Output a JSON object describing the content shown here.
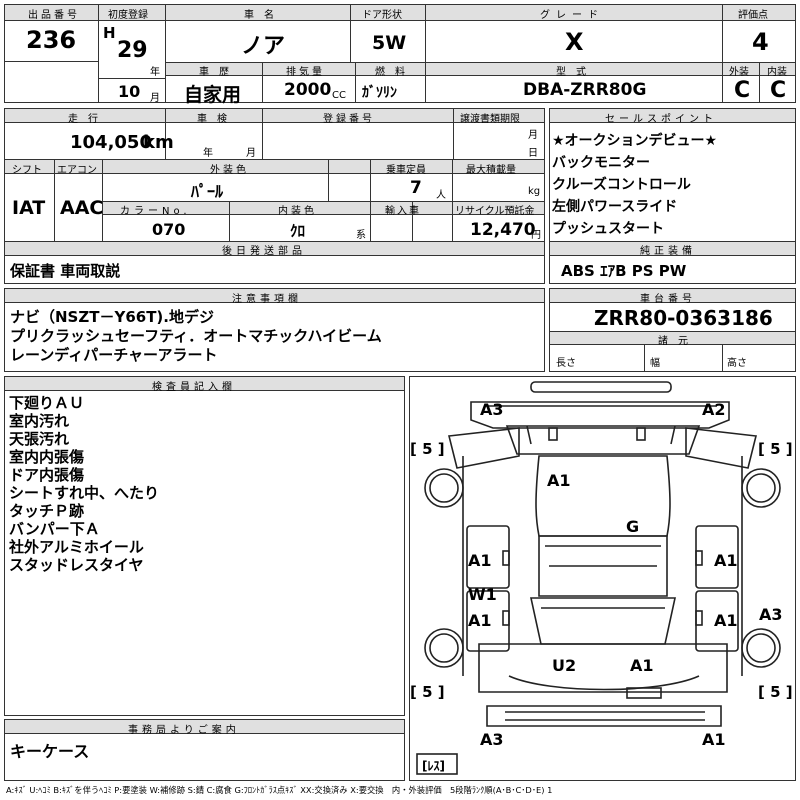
{
  "header": {
    "lot_label": "出品番号",
    "lot": "236",
    "first_reg_label": "初度登録",
    "era": "H",
    "year": "29",
    "year_unit": "年",
    "month": "10",
    "month_unit": "月",
    "name_label": "車　名",
    "name": "ノア",
    "door_label": "ドア形状",
    "door": "5W",
    "grade_label": "グレード",
    "grade": "X",
    "score_label": "評価点",
    "score": "4",
    "history_label": "車　歴",
    "history": "自家用",
    "cc_label": "排気量",
    "cc": "2000",
    "cc_unit": "CC",
    "fuel_label": "燃　料",
    "fuel": "ｶﾞｿﾘﾝ",
    "model_label": "型　式",
    "model": "DBA-ZRR80G",
    "ext_label": "外装",
    "ext": "C",
    "int_label": "内装",
    "int": "C"
  },
  "row2": {
    "mileage_label": "走　行",
    "mileage": "104,050",
    "km": "km",
    "inspection_label": "車　検",
    "nen": "年",
    "tsuki": "月",
    "plate_label": "登録番号",
    "transfer_label": "譲渡書類期限",
    "t_tsuki": "月",
    "t_hi": "日",
    "shift_label": "シフト",
    "shift": "IAT",
    "ac_label": "エアコン",
    "ac": "AAC",
    "color_label": "外装色",
    "color": "ﾊﾟｰﾙ",
    "cap_label": "乗車定員",
    "cap": "7",
    "cap_unit": "人",
    "load_label": "最大積載量",
    "load_unit": "kg",
    "colorno_label": "カラーNo.",
    "colorno": "070",
    "intcolor_label": "内装色",
    "intcolor": "ｸﾛ",
    "intcolor_unit": "系",
    "import_label": "輸入車",
    "recycle_label": "リサイクル預託金",
    "recycle": "12,470",
    "yen": "円",
    "later_label": "後日発送部品",
    "later": "保証書 車両取説"
  },
  "sales": {
    "label": "セールスポイント",
    "items": [
      "★オークションデビュー★",
      "バックモニター",
      "クルーズコントロール",
      "左側パワースライド",
      "プッシュスタート"
    ]
  },
  "equip": {
    "label": "純正装備",
    "value": "ABS ｴｱB PS PW"
  },
  "notes": {
    "label": "注意事項欄",
    "lines": [
      "ナビ（NSZT－Y66T).地デジ",
      "プリクラッシュセーフティ．オートマチックハイビーム",
      "レーンディパーチャーアラート"
    ]
  },
  "chassis": {
    "label": "車台番号",
    "value": "ZRR80-0363186",
    "specs_label": "諸　元",
    "length": "長さ",
    "width": "幅",
    "height": "高さ"
  },
  "inspector": {
    "label": "検査員記入欄",
    "lines": [
      "下廻りＡＵ",
      "室内汚れ",
      "天張汚れ",
      "室内内張傷",
      "ドア内張傷",
      "シートすれ中、へたり",
      "タッチＰ跡",
      "バンパー下Ａ",
      "社外アルミホイール",
      "スタッドレスタイヤ"
    ]
  },
  "office": {
    "label": "事務局よりご案内",
    "value": "キーケース"
  },
  "diagram": {
    "codes": [
      "A3",
      "A2",
      "A1",
      "G",
      "A1",
      "A1",
      "W1",
      "A1",
      "A1",
      "A3",
      "U2",
      "A1",
      "A3",
      "A1"
    ],
    "tires": [
      "[ 5 ]",
      "[ 5 ]",
      "[ 5 ]",
      "[ 5 ]"
    ],
    "spare": "[ﾚｽ]"
  },
  "legend": "A:ｷｽﾞ U:ﾍｺﾐ B:ｷｽﾞを伴うﾍｺﾐ P:要塗装 W:補修跡 S:錆 C:腐食 G:ﾌﾛﾝﾄｶﾞﾗｽ点ｷｽﾞ XX:交換済み X:要交換　内・外装評価　5段階ﾗﾝｸ順(A･B･C･D･E) 1"
}
